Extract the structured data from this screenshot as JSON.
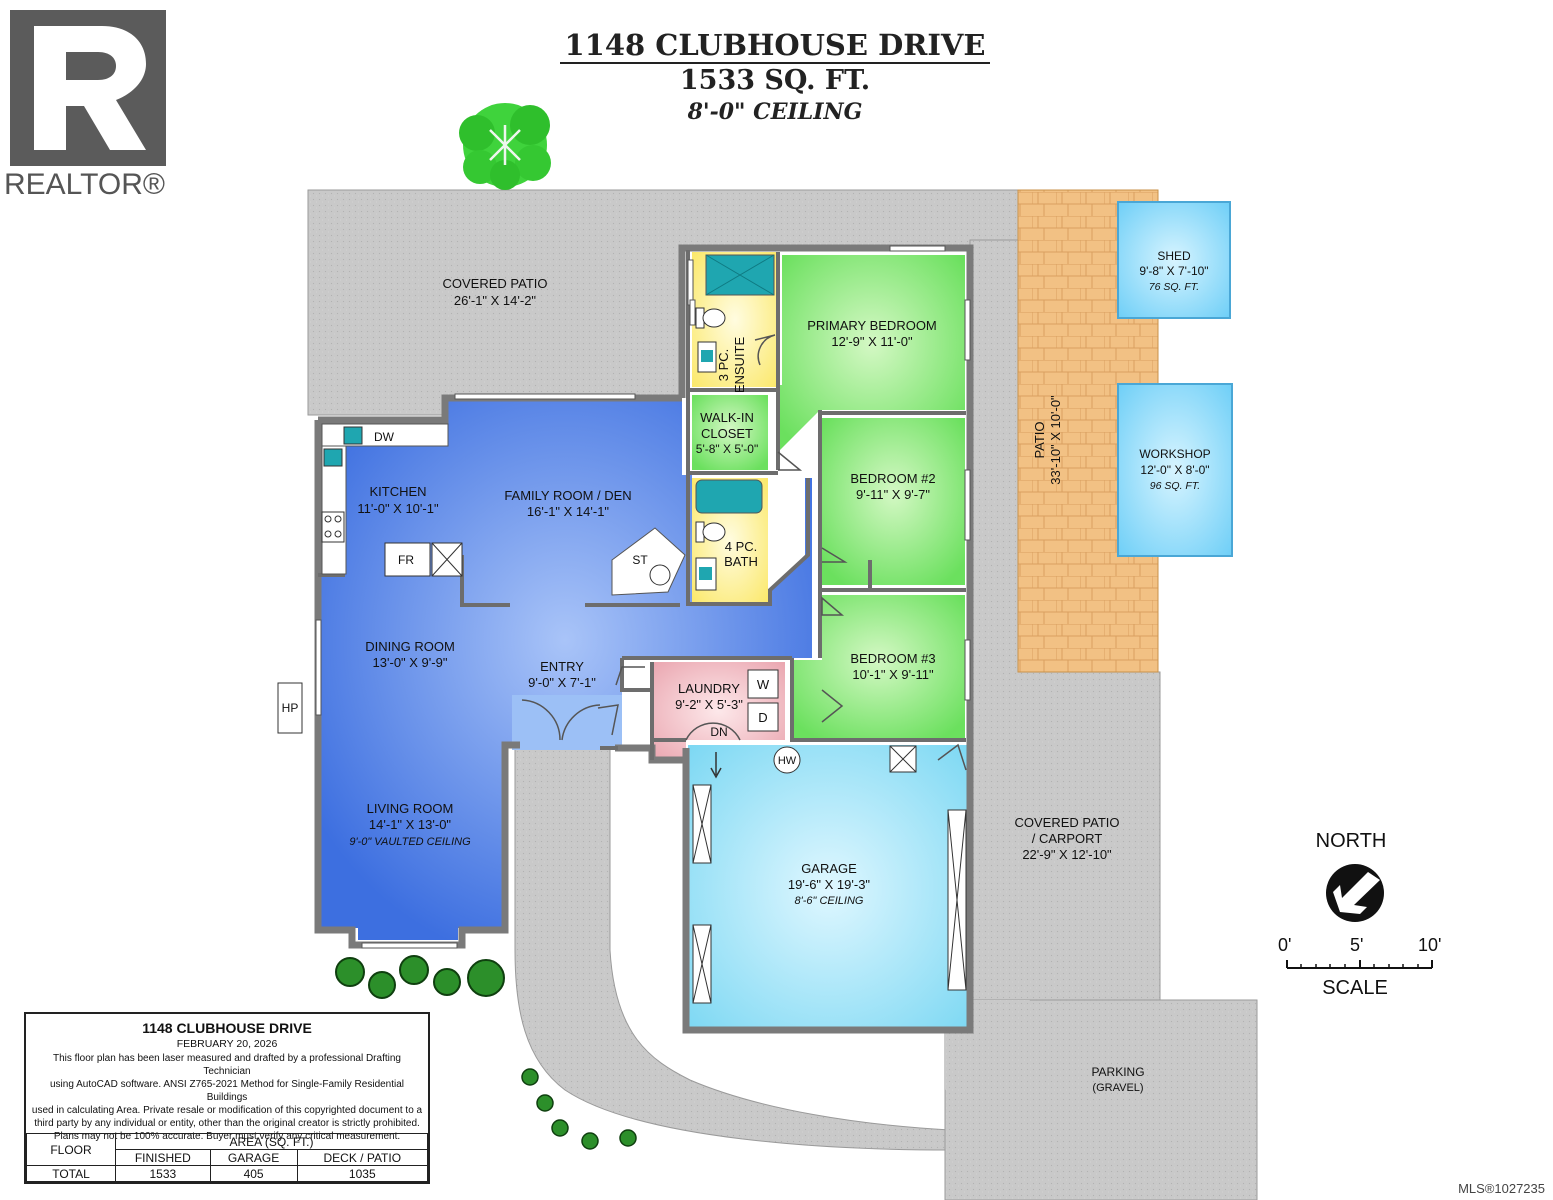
{
  "title": {
    "address": "1148 CLUBHOUSE DRIVE",
    "area": "1533 SQ. FT.",
    "ceiling": "8'-0\" CEILING"
  },
  "logo": {
    "text": "REALTOR®",
    "icon": "realtor-r-logo"
  },
  "watermark": "MLS®1027235",
  "rooms": {
    "covered_patio": {
      "name": "COVERED PATIO",
      "dims": "26'-1\" X 14'-2\""
    },
    "ensuite": {
      "name1": "3 PC.",
      "name2": "ENSUITE"
    },
    "primary_bedroom": {
      "name": "PRIMARY BEDROOM",
      "dims": "12'-9\" X 11'-0\""
    },
    "walk_in_closet": {
      "name1": "WALK-IN",
      "name2": "CLOSET",
      "dims": "5'-8\" X 5'-0\""
    },
    "kitchen": {
      "name": "KITCHEN",
      "dims": "11'-0\" X 10'-1\""
    },
    "family_room": {
      "name": "FAMILY ROOM / DEN",
      "dims": "16'-1\" X 14'-1\""
    },
    "bath": {
      "name1": "4 PC.",
      "name2": "BATH"
    },
    "bedroom2": {
      "name": "BEDROOM #2",
      "dims": "9'-11\" X 9'-7\""
    },
    "bedroom3": {
      "name": "BEDROOM #3",
      "dims": "10'-1\" X 9'-11\""
    },
    "dining_room": {
      "name": "DINING ROOM",
      "dims": "13'-0\" X 9'-9\""
    },
    "entry": {
      "name": "ENTRY",
      "dims": "9'-0\" X 7'-1\""
    },
    "laundry": {
      "name": "LAUNDRY",
      "dims": "9'-2\" X 5'-3\""
    },
    "living_room": {
      "name": "LIVING ROOM",
      "dims": "14'-1\" X 13'-0\"",
      "note": "9'-0\" VAULTED CEILING"
    },
    "garage": {
      "name": "GARAGE",
      "dims": "19'-6\" X 19'-3\"",
      "note": "8'-6\" CEILING"
    },
    "carport": {
      "name1": "COVERED PATIO",
      "name2": "/ CARPORT",
      "dims": "22'-9\" X 12'-10\""
    },
    "patio": {
      "name": "PATIO",
      "dims": "33'-10\" X 10'-0\""
    },
    "shed": {
      "name": "SHED",
      "dims": "9'-8\" X 7'-10\"",
      "area": "76 SQ. FT."
    },
    "workshop": {
      "name": "WORKSHOP",
      "dims": "12'-0\" X 8'-0\"",
      "area": "96 SQ. FT."
    },
    "parking": {
      "name": "PARKING",
      "sub": "(GRAVEL)"
    }
  },
  "fixtures": {
    "dw": "DW",
    "fr": "FR",
    "st": "ST",
    "w": "W",
    "d": "D",
    "dn": "DN",
    "hw": "HW",
    "hp": "HP"
  },
  "colors": {
    "patio_grey": "#c9c9c9",
    "wall": "#7a7a7a",
    "main_blue": "#4f82e8",
    "bedroom_green": "#8fe882",
    "bath_yellow": "#fff08c",
    "laundry_pink": "#f2c6cc",
    "garage_blue": "#9fe3f7",
    "shed_blue": "#93dbfa",
    "brick": "#f2c184",
    "teal": "#1fa6b0"
  },
  "north": {
    "label": "NORTH"
  },
  "scale": {
    "label": "SCALE",
    "ticks": [
      "0'",
      "5'",
      "10'"
    ]
  },
  "info_box": {
    "title": "1148 CLUBHOUSE DRIVE",
    "date": "FEBRUARY 20, 2026",
    "lines": [
      "This floor plan has been laser measured and drafted by a professional Drafting Technician",
      "using AutoCAD software. ANSI Z765-2021 Method for Single-Family Residential Buildings",
      "used in calculating Area. Private resale or modification of this copyrighted document to a",
      "third party by any individual or entity, other than the original creator is strictly prohibited.",
      "Plans may not be 100% accurate.  Buyer must verify any critical measurement."
    ],
    "table": {
      "floor_header": "FLOOR",
      "area_header": "AREA (SQ. FT.)",
      "cols": [
        "FINISHED",
        "GARAGE",
        "DECK / PATIO"
      ],
      "row_label": "TOTAL",
      "values": [
        "1533",
        "405",
        "1035"
      ]
    }
  }
}
